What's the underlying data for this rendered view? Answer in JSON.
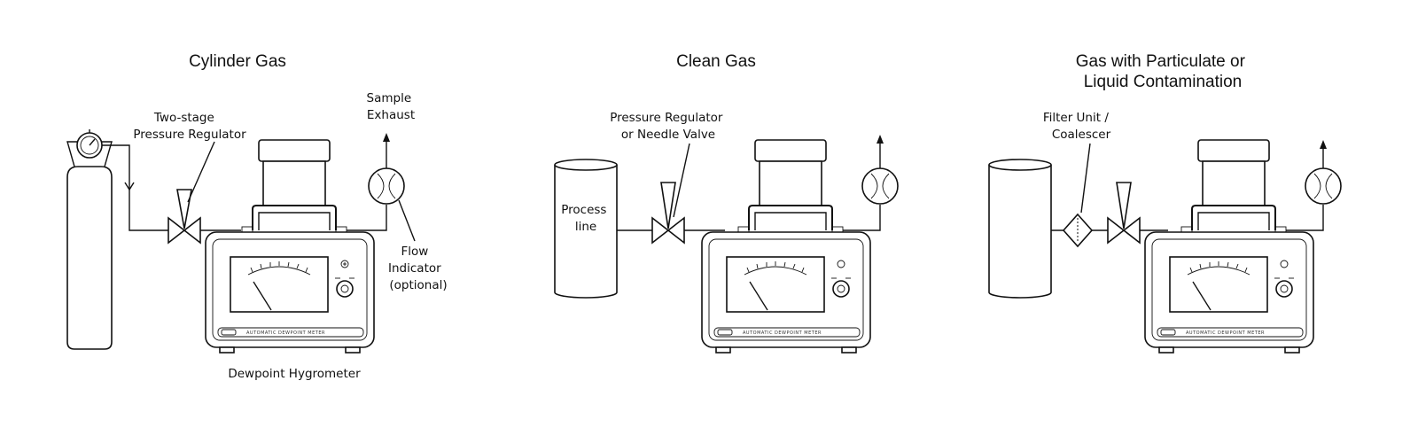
{
  "panels": [
    {
      "id": "cylinder",
      "title": [
        "Cylinder Gas"
      ],
      "source_type": "gas-cylinder",
      "conditioner_type": "valve",
      "conditioner_label": [
        "Two-stage",
        "Pressure Regulator"
      ],
      "exhaust_label": [
        "Sample",
        "Exhaust"
      ],
      "flow_label": [
        "Flow",
        "Indicator",
        "(optional)"
      ],
      "instrument_label": "Dewpoint Hygrometer",
      "meter_name": "AUTOMATIC DEWPOINT METER"
    },
    {
      "id": "clean",
      "title": [
        "Clean Gas"
      ],
      "source_type": "process-line",
      "source_label": [
        "Process",
        "line"
      ],
      "conditioner_type": "valve",
      "conditioner_label": [
        "Pressure Regulator",
        "or Needle Valve"
      ],
      "meter_name": "AUTOMATIC DEWPOINT METER"
    },
    {
      "id": "particulate",
      "title": [
        "Gas with Particulate or",
        "Liquid Contamination"
      ],
      "source_type": "process-line",
      "conditioner_type": "filter-and-valve",
      "conditioner_label": [
        "Filter Unit /",
        "Coalescer"
      ],
      "meter_name": "AUTOMATIC DEWPOINT METER"
    }
  ]
}
